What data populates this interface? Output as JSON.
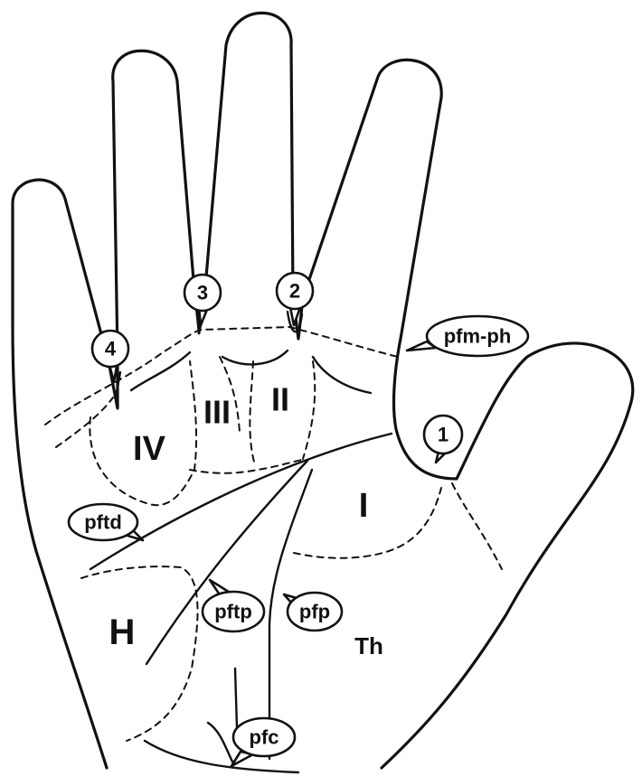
{
  "regions": {
    "I": "I",
    "II": "II",
    "III": "III",
    "IV": "IV",
    "H": "H",
    "Th": "Th"
  },
  "interdigital": {
    "one": "1",
    "two": "2",
    "three": "3",
    "four": "4"
  },
  "flexion_creases": {
    "pfm_ph": "pfm-ph",
    "pftd": "pftd",
    "pftp": "pftp",
    "pfp": "pfp",
    "pfc": "pfc"
  }
}
